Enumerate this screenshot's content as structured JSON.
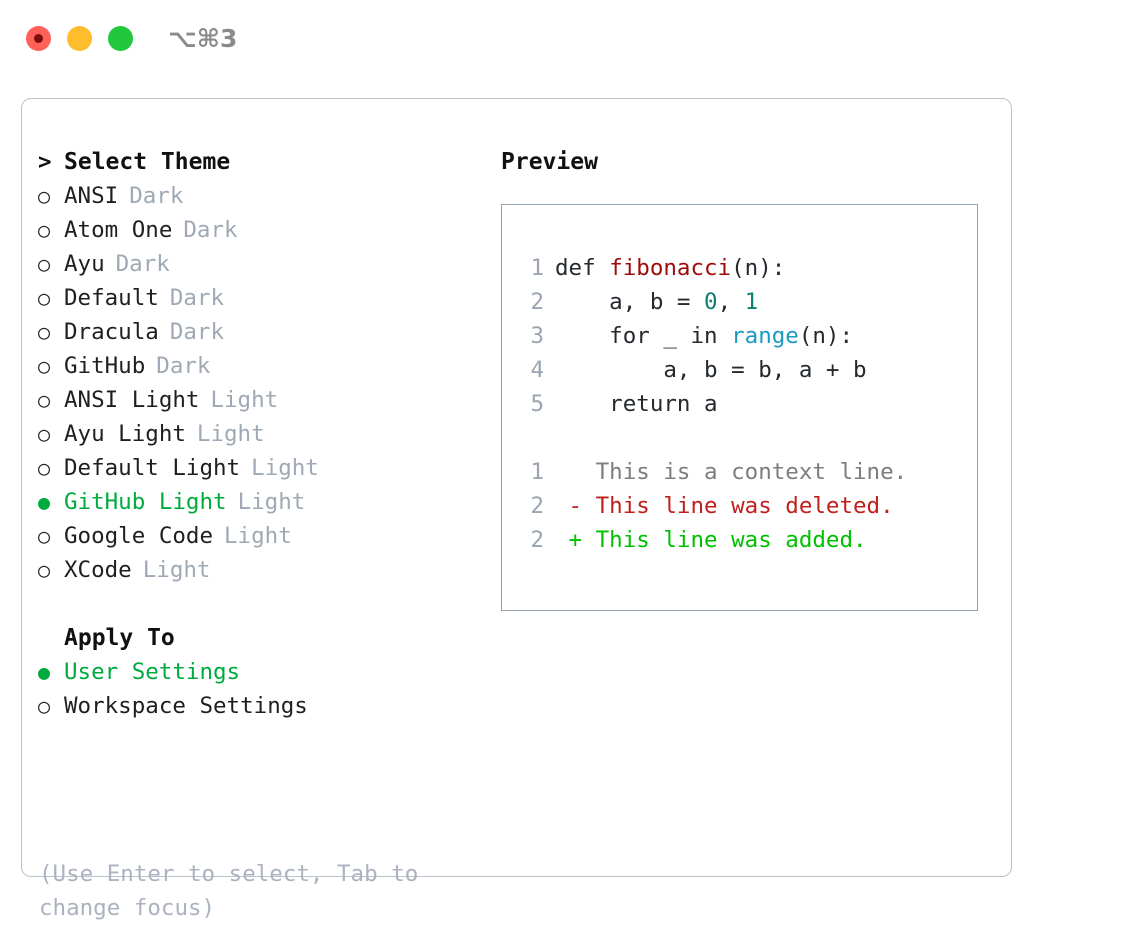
{
  "window": {
    "shortcut": "⌥⌘3",
    "traffic_lights": [
      {
        "name": "close",
        "color": "#ff6058"
      },
      {
        "name": "minimize",
        "color": "#ffbd2e"
      },
      {
        "name": "maximize",
        "color": "#22c83c"
      }
    ]
  },
  "colors": {
    "accent_green": "#00ab3e",
    "muted": "#9fa9b5",
    "hint": "#aab3bf",
    "panel_border": "#b9c2cd",
    "code_border": "#94a1b2",
    "fn_red": "#9e0b0b",
    "num_teal": "#0e7f72",
    "call_cyan": "#1a9ac4",
    "diff_add": "#00c000",
    "diff_del": "#c0201c",
    "diff_ctx": "#7d7d7d"
  },
  "theme_list": {
    "header": "Select Theme",
    "caret": ">",
    "bullet_unselected": "○",
    "bullet_selected": "●",
    "items": [
      {
        "name": "ANSI",
        "tag": "Dark",
        "selected": false
      },
      {
        "name": "Atom One",
        "tag": "Dark",
        "selected": false
      },
      {
        "name": "Ayu",
        "tag": "Dark",
        "selected": false
      },
      {
        "name": "Default",
        "tag": "Dark",
        "selected": false
      },
      {
        "name": "Dracula",
        "tag": "Dark",
        "selected": false
      },
      {
        "name": "GitHub",
        "tag": "Dark",
        "selected": false
      },
      {
        "name": "ANSI Light",
        "tag": "Light",
        "selected": false
      },
      {
        "name": "Ayu Light",
        "tag": "Light",
        "selected": false
      },
      {
        "name": "Default Light",
        "tag": "Light",
        "selected": false
      },
      {
        "name": "GitHub Light",
        "tag": "Light",
        "selected": true
      },
      {
        "name": "Google Code",
        "tag": "Light",
        "selected": false
      },
      {
        "name": "XCode",
        "tag": "Light",
        "selected": false
      }
    ]
  },
  "apply_to": {
    "header": "Apply To",
    "items": [
      {
        "name": "User Settings",
        "selected": true
      },
      {
        "name": "Workspace Settings",
        "selected": false
      }
    ]
  },
  "hint": "(Use Enter to select, Tab to change focus)",
  "preview": {
    "title": "Preview",
    "code_lines": [
      {
        "num": "1",
        "tokens": [
          {
            "t": "def ",
            "c": "plain"
          },
          {
            "t": "fibonacci",
            "c": "fn"
          },
          {
            "t": "(n):",
            "c": "plain"
          }
        ]
      },
      {
        "num": "2",
        "tokens": [
          {
            "t": "    a, b = ",
            "c": "plain"
          },
          {
            "t": "0",
            "c": "num"
          },
          {
            "t": ", ",
            "c": "plain"
          },
          {
            "t": "1",
            "c": "num"
          }
        ]
      },
      {
        "num": "3",
        "tokens": [
          {
            "t": "    for _ in ",
            "c": "plain"
          },
          {
            "t": "range",
            "c": "call"
          },
          {
            "t": "(n):",
            "c": "plain"
          }
        ]
      },
      {
        "num": "4",
        "tokens": [
          {
            "t": "        a, b = b, a + b",
            "c": "plain"
          }
        ]
      },
      {
        "num": "5",
        "tokens": [
          {
            "t": "    return a",
            "c": "plain"
          }
        ]
      }
    ],
    "diff_lines": [
      {
        "num": "1",
        "marker": "  ",
        "text": "This is a context line.",
        "kind": "ctx"
      },
      {
        "num": "2",
        "marker": "- ",
        "text": "This line was deleted.",
        "kind": "del"
      },
      {
        "num": "2",
        "marker": "+ ",
        "text": "This line was added.",
        "kind": "add"
      }
    ]
  }
}
